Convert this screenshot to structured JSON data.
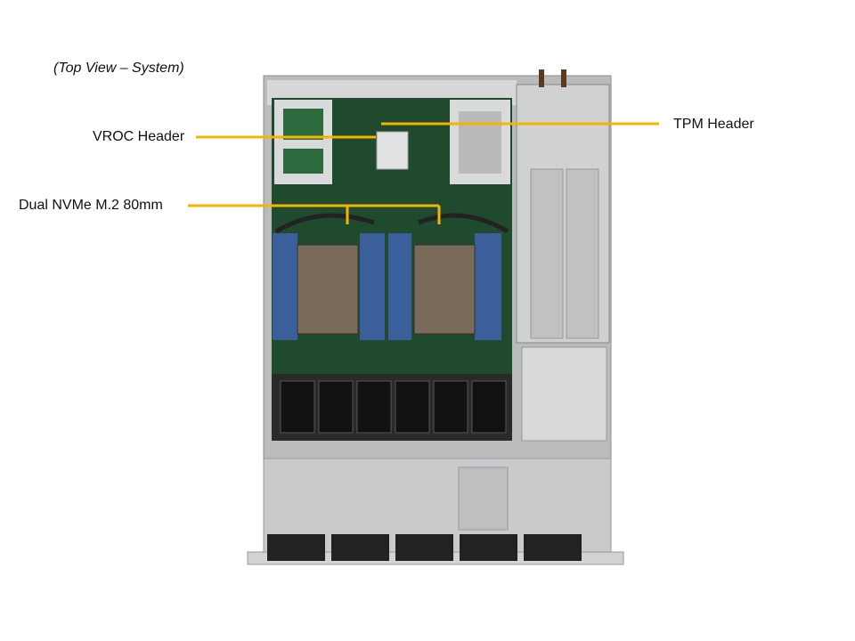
{
  "caption": "(Top View – System)",
  "callouts": {
    "vroc": "VROC Header",
    "nvme": "Dual NVMe M.2 80mm",
    "tpm": "TPM Header"
  },
  "colors": {
    "callout_line": "#f5b400",
    "pcb": "#1f4a2e",
    "chassis": "#c9cbcc"
  }
}
